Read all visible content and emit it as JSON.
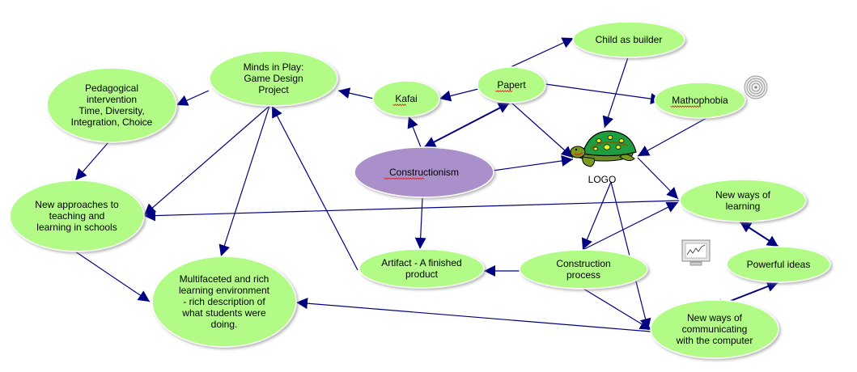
{
  "diagram": {
    "colors": {
      "node_fill": "#b3fb87",
      "central_fill": "#aa90ca",
      "edge": "#000080",
      "shadow": "#bbbbbb"
    },
    "nodes": [
      {
        "id": "pedagogical",
        "lines": [
          "Pedagogical",
          "intervention",
          "Time, Diversity,",
          "Integration, Choice"
        ]
      },
      {
        "id": "minds",
        "lines": [
          "Minds in Play:",
          "Game Design",
          "Project"
        ]
      },
      {
        "id": "kafai",
        "lines": [
          "Kafai"
        ],
        "spellcheck": true
      },
      {
        "id": "papert",
        "lines": [
          "Papert"
        ],
        "spellcheck": true
      },
      {
        "id": "child",
        "lines": [
          "Child as builder"
        ]
      },
      {
        "id": "mathophobia",
        "lines": [
          "Mathophobia"
        ],
        "spellcheck": true
      },
      {
        "id": "constructionism",
        "lines": [
          "Constructionism"
        ],
        "spellcheck": true,
        "central": true
      },
      {
        "id": "logo",
        "lines": [
          "LOGO"
        ],
        "image": "turtle"
      },
      {
        "id": "new-approaches",
        "lines": [
          "New approaches to",
          "teaching and",
          "learning in schools"
        ]
      },
      {
        "id": "new-ways-learning",
        "lines": [
          "New ways of",
          "learning"
        ]
      },
      {
        "id": "artifact",
        "lines": [
          "Artifact - A finished",
          "product"
        ]
      },
      {
        "id": "construction",
        "lines": [
          "Construction",
          "process"
        ]
      },
      {
        "id": "powerful",
        "lines": [
          "Powerful ideas"
        ]
      },
      {
        "id": "multifaceted",
        "lines": [
          "Multifaceted and rich",
          "learning environment",
          "- rich description of",
          "what students were",
          "doing."
        ]
      },
      {
        "id": "communicating",
        "lines": [
          "New ways of",
          "communicating",
          "with the computer"
        ]
      }
    ],
    "edges": [
      {
        "from": "minds",
        "to": "pedagogical"
      },
      {
        "from": "kafai",
        "to": "minds"
      },
      {
        "from": "papert",
        "to": "kafai"
      },
      {
        "from": "papert",
        "to": "child"
      },
      {
        "from": "papert",
        "to": "mathophobia"
      },
      {
        "from": "papert",
        "to": "logo"
      },
      {
        "from": "constructionism",
        "to": "papert",
        "bidirectional": true
      },
      {
        "from": "constructionism",
        "to": "kafai"
      },
      {
        "from": "constructionism",
        "to": "logo"
      },
      {
        "from": "constructionism",
        "to": "artifact"
      },
      {
        "from": "child",
        "to": "logo"
      },
      {
        "from": "mathophobia",
        "to": "logo"
      },
      {
        "from": "logo",
        "to": "new-ways-learning"
      },
      {
        "from": "logo",
        "to": "construction"
      },
      {
        "from": "logo",
        "to": "communicating"
      },
      {
        "from": "pedagogical",
        "to": "new-approaches"
      },
      {
        "from": "minds",
        "to": "new-approaches"
      },
      {
        "from": "minds",
        "to": "multifaceted"
      },
      {
        "from": "artifact",
        "to": "minds"
      },
      {
        "from": "new-ways-learning",
        "to": "new-approaches"
      },
      {
        "from": "new-approaches",
        "to": "multifaceted"
      },
      {
        "from": "construction",
        "to": "artifact"
      },
      {
        "from": "construction",
        "to": "new-ways-learning"
      },
      {
        "from": "construction",
        "to": "communicating"
      },
      {
        "from": "new-ways-learning",
        "to": "powerful",
        "bidirectional": true
      },
      {
        "from": "powerful",
        "to": "communicating",
        "bidirectional": true
      },
      {
        "from": "communicating",
        "to": "multifaceted"
      }
    ],
    "decorations": [
      {
        "id": "spiral",
        "icon": "spiral-icon",
        "attached_to": "mathophobia"
      },
      {
        "id": "monitor",
        "icon": "monitor-chart-icon"
      }
    ]
  }
}
